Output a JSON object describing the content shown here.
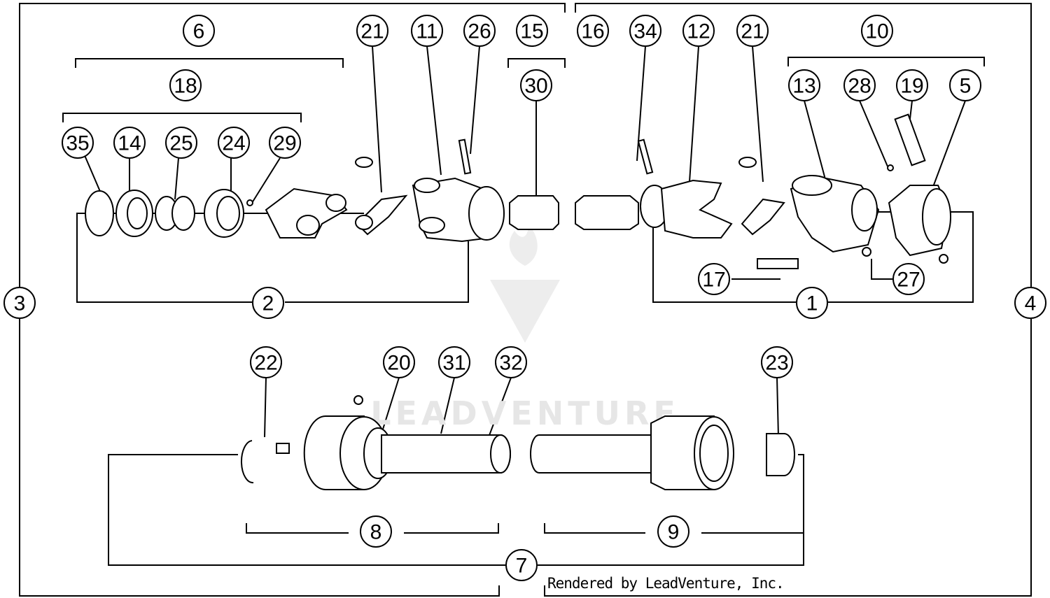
{
  "diagram": {
    "watermark": "LEADVENTURE",
    "footer": "Rendered by LeadVenture, Inc.",
    "callouts": [
      "6",
      "21",
      "11",
      "26",
      "15",
      "16",
      "34",
      "12",
      "21",
      "10",
      "18",
      "30",
      "13",
      "28",
      "19",
      "5",
      "35",
      "14",
      "25",
      "24",
      "29",
      "3",
      "2",
      "1",
      "4",
      "17",
      "27",
      "22",
      "20",
      "31",
      "32",
      "23",
      "8",
      "9",
      "7"
    ]
  }
}
